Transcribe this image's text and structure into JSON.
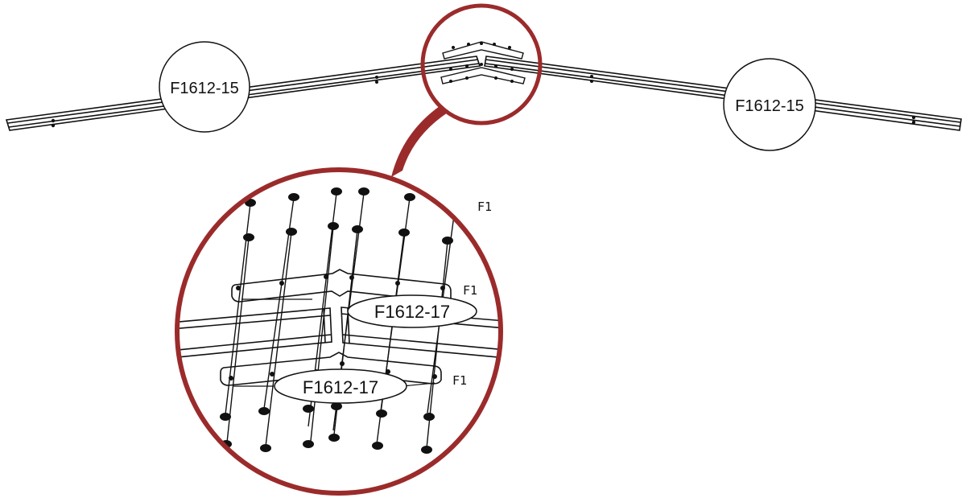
{
  "callouts": {
    "beam_left": "F1612-15",
    "beam_right": "F1612-15",
    "bracket_top": "F1612-17",
    "bracket_bottom": "F1612-17"
  },
  "fastener_labels": {
    "screw_row": "F1",
    "top_bracket": "F1",
    "bottom_bracket": "F1"
  },
  "colors": {
    "line": "#111111",
    "magnifier": "#9b2b2b",
    "background": "#ffffff"
  }
}
